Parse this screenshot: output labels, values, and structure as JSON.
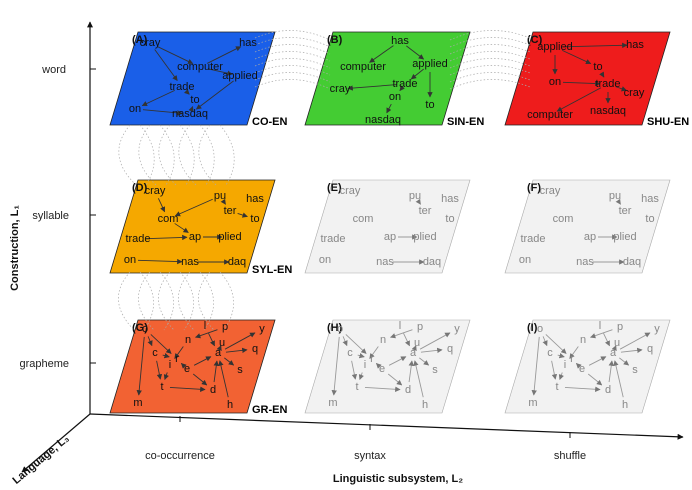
{
  "axes": {
    "y_title": "Construction, L₁",
    "x_title": "Linguistic subsystem, L₂",
    "z_title": "Language, L₃",
    "y_ticks": [
      "word",
      "syllable",
      "grapheme"
    ],
    "x_ticks": [
      "co-occurrence",
      "syntax",
      "shuffle"
    ]
  },
  "panels": [
    {
      "letter": "(A)",
      "tag": "CO-EN",
      "color": "#1a5fe8",
      "active": true,
      "nodes": [
        "cray",
        "has",
        "computer",
        "applied",
        "trade",
        "to",
        "on",
        "nasdaq"
      ]
    },
    {
      "letter": "(B)",
      "tag": "SIN-EN",
      "color": "#44cc33",
      "active": true,
      "nodes": [
        "has",
        "computer",
        "applied",
        "cray",
        "trade",
        "on",
        "to",
        "nasdaq"
      ]
    },
    {
      "letter": "(C)",
      "tag": "SHU-EN",
      "color": "#ee1c1c",
      "active": true,
      "nodes": [
        "applied",
        "has",
        "to",
        "on",
        "trade",
        "cray",
        "computer",
        "nasdaq"
      ]
    },
    {
      "letter": "(D)",
      "tag": "SYL-EN",
      "color": "#f5a800",
      "active": true,
      "nodes": [
        "cray",
        "pu",
        "has",
        "com",
        "ter",
        "to",
        "ap",
        "plied",
        "trade",
        "on",
        "nas",
        "daq"
      ]
    },
    {
      "letter": "(E)",
      "tag": "",
      "color": "#f2f2f2",
      "active": false,
      "nodes": [
        "cray",
        "pu",
        "has",
        "com",
        "ter",
        "to",
        "ap",
        "plied",
        "trade",
        "on",
        "nas",
        "daq"
      ]
    },
    {
      "letter": "(F)",
      "tag": "",
      "color": "#f2f2f2",
      "active": false,
      "nodes": [
        "cray",
        "pu",
        "has",
        "com",
        "ter",
        "to",
        "ap",
        "plied",
        "trade",
        "on",
        "nas",
        "daq"
      ]
    },
    {
      "letter": "(G)",
      "tag": "GR-EN",
      "color": "#f26233",
      "active": true,
      "nodes": [
        "o",
        "l",
        "p",
        "y",
        "c",
        "n",
        "u",
        "r",
        "a",
        "q",
        "i",
        "e",
        "s",
        "t",
        "d",
        "h",
        "m"
      ]
    },
    {
      "letter": "(H)",
      "tag": "",
      "color": "#f2f2f2",
      "active": false,
      "nodes": [
        "o",
        "l",
        "p",
        "y",
        "c",
        "n",
        "u",
        "r",
        "a",
        "q",
        "i",
        "e",
        "s",
        "t",
        "d",
        "h",
        "m"
      ]
    },
    {
      "letter": "(I)",
      "tag": "",
      "color": "#f2f2f2",
      "active": false,
      "nodes": [
        "o",
        "l",
        "p",
        "y",
        "c",
        "n",
        "u",
        "r",
        "a",
        "q",
        "i",
        "e",
        "s",
        "t",
        "d",
        "h",
        "m"
      ]
    }
  ]
}
